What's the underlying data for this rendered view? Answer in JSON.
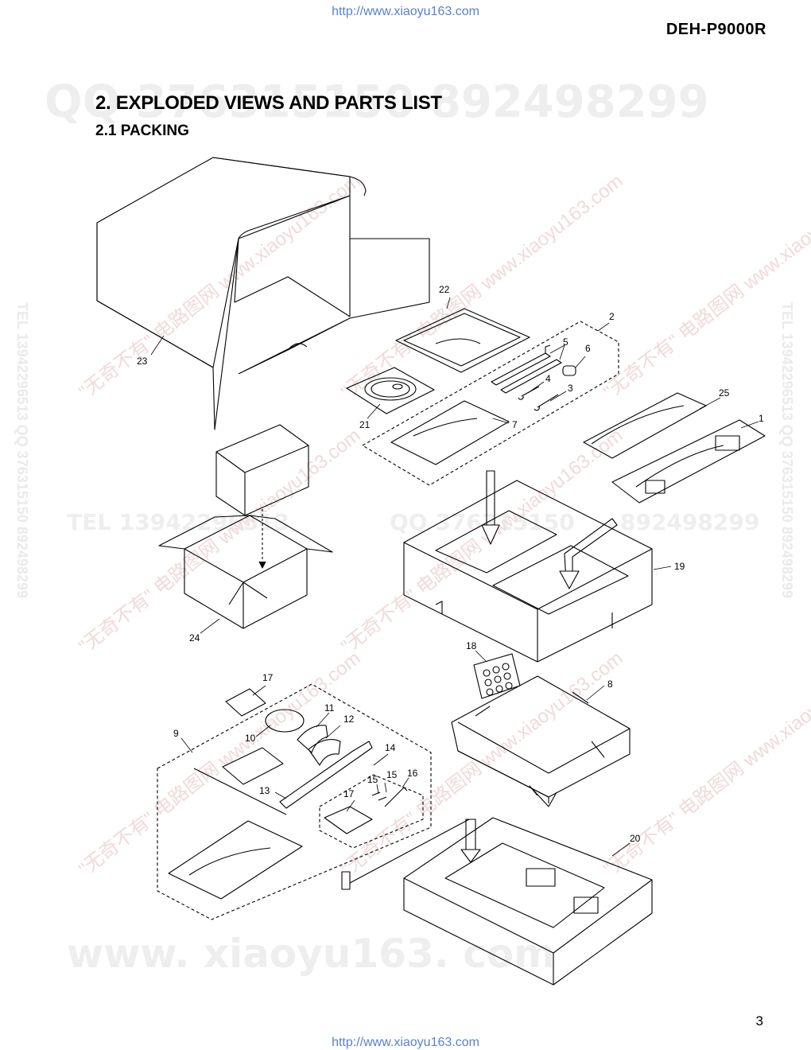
{
  "header": {
    "url_top": "http://www.xiaoyu163.com",
    "model": "DEH-P9000R"
  },
  "title": {
    "heading": "2. EXPLODED VIEWS AND PARTS LIST",
    "subheading": "2.1 PACKING"
  },
  "watermarks": {
    "qq_line": "QQ 376315150   892498299",
    "tel_line": "TEL 13942296513",
    "qq_mid": "QQ 376315150",
    "num_mid": "892498299",
    "site_big": "www. xiaoyu163. com",
    "diag_text": "\"无奇不有\" 电路图网  www.xiaoyu163.com",
    "side_text": "TEL 13942296513  QQ 376315150  892498299"
  },
  "callouts": [
    "1",
    "2",
    "3",
    "4",
    "5",
    "6",
    "7",
    "8",
    "9",
    "10",
    "11",
    "12",
    "13",
    "14",
    "15",
    "15",
    "16",
    "17",
    "18",
    "19",
    "20",
    "21",
    "22",
    "23",
    "24",
    "25",
    "26"
  ],
  "footer": {
    "page_number": "3",
    "url_bottom": "http://www.xiaoyu163.com"
  }
}
